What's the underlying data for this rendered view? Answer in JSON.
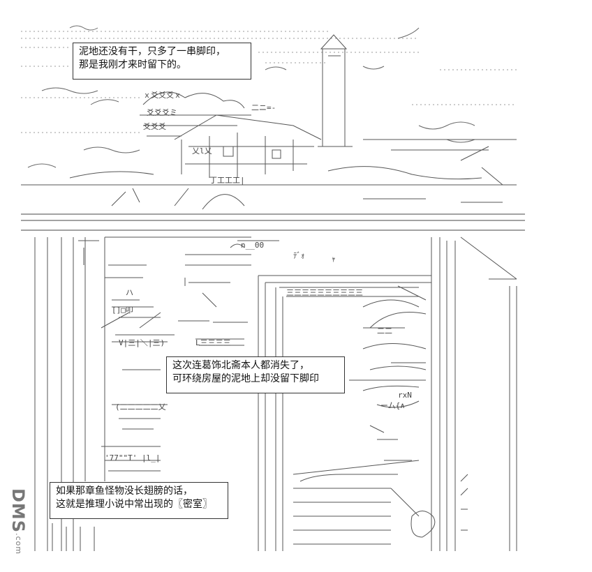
{
  "captions": {
    "top": {
      "line1": "泥地还没有干，只多了一串脚印，",
      "line2": "那是我刚才来时留下的。"
    },
    "middle": {
      "line1": "这次连葛饰北斋本人都消失了，",
      "line2": "可环绕房屋的泥地上却没留下脚印"
    },
    "bottom": {
      "line1": "如果那章鱼怪物没长翅膀的话，",
      "line2": "这就是推理小说中常出现的〖密室〗"
    }
  },
  "watermark": {
    "logo": "DMS",
    "site": ".com"
  },
  "colors": {
    "line": "#555555",
    "text": "#111111",
    "background": "#ffffff"
  }
}
